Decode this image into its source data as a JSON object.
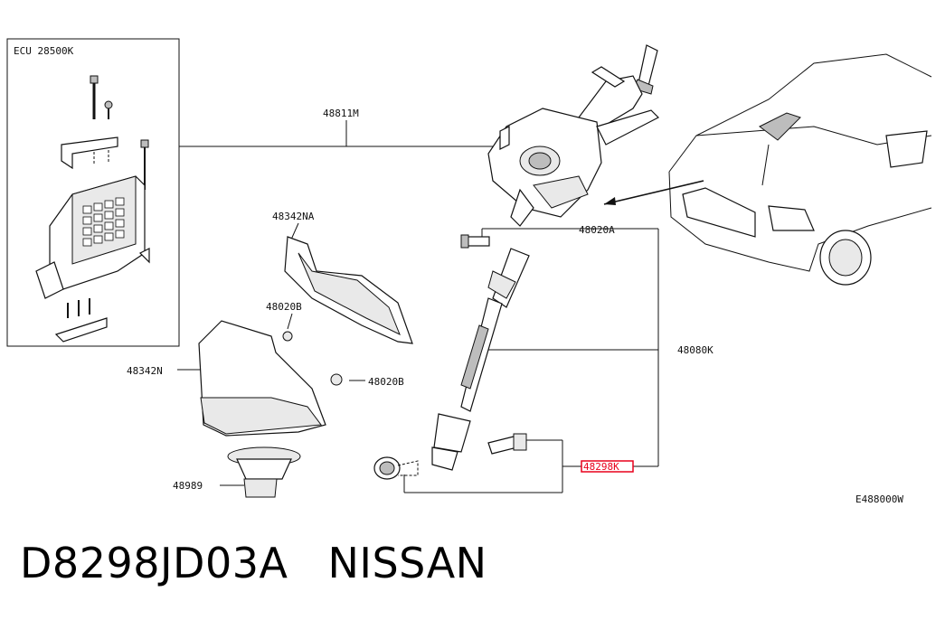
{
  "labels": {
    "ecu": "ECU 28500K",
    "p48811M": "48811M",
    "p48342NA": "48342NA",
    "p48020B_top": "48020B",
    "p48020B_right": "48020B",
    "p48342N": "48342N",
    "p48989": "48989",
    "p48020A": "48020A",
    "p48080K": "48080K",
    "p48298K": "48298K",
    "diagram_code": "E488000W"
  },
  "footer": {
    "part_number": "D8298JD03A",
    "brand": "NISSAN"
  },
  "colors": {
    "highlight": "#e8001c",
    "line": "#111111"
  }
}
